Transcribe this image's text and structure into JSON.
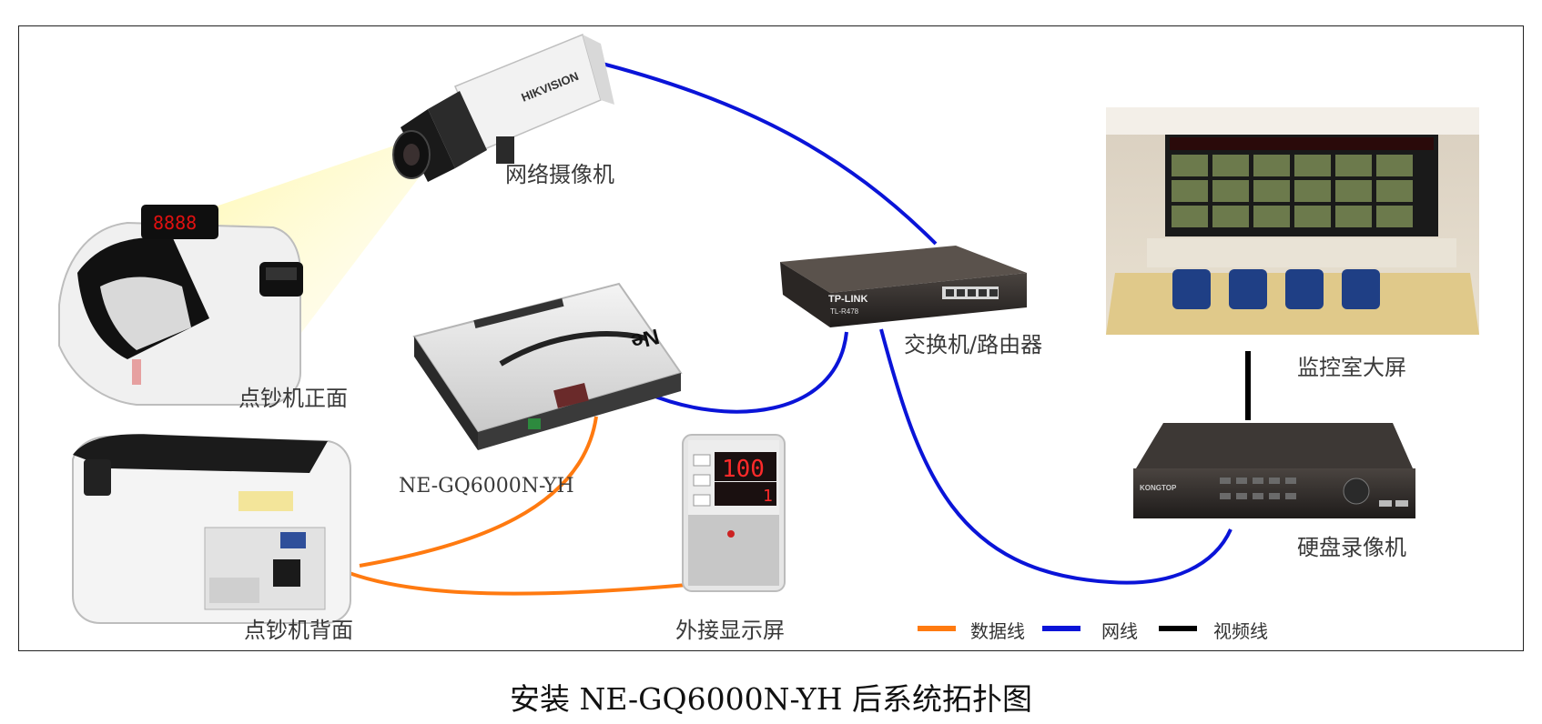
{
  "caption": "安装 NE-GQ6000N-YH 后系统拓扑图",
  "nodes": {
    "camera": {
      "label": "网络摄像机",
      "brand": "HIKVISION"
    },
    "counter_front": {
      "label": "点钞机正面",
      "display": "8888"
    },
    "counter_back": {
      "label": "点钞机背面"
    },
    "device": {
      "label": "NE-GQ6000N-YH",
      "logo": "Ne"
    },
    "display": {
      "label": "外接显示屏",
      "value_main": "100",
      "value_sub": "1"
    },
    "switch": {
      "label": "交换机/路由器",
      "brand": "TP-LINK",
      "model": "TL-R478"
    },
    "monitor_room": {
      "label": "监控室大屏"
    },
    "dvr": {
      "label": "硬盘录像机",
      "brand": "KONGTOP"
    }
  },
  "legend": [
    {
      "label": "数据线",
      "color": "#ff7a10"
    },
    {
      "label": "网线",
      "color": "#0a14d8"
    },
    {
      "label": "视频线",
      "color": "#000000"
    }
  ],
  "colors": {
    "data": "#ff7a10",
    "network": "#0a14d8",
    "video": "#000000"
  }
}
